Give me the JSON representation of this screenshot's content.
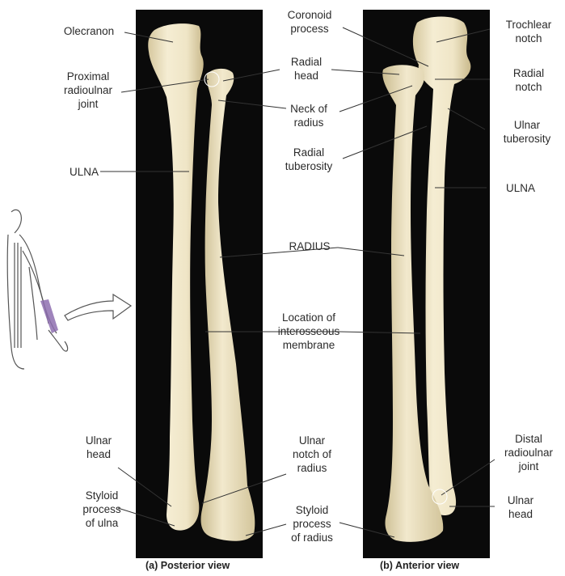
{
  "colors": {
    "background": "#ffffff",
    "photo_background": "#0a0a0a",
    "bone": "#efe6c9",
    "bone_shadow": "#cdbf95",
    "leader_line": "#333333",
    "highlight_bones": "#8e6fb0"
  },
  "posterior": {
    "caption": "(a) Posterior view",
    "labels": {
      "olecranon": "Olecranon",
      "proximal_radioulnar_joint": "Proximal\nradioulnar\njoint",
      "ulna": "ULNA",
      "ulnar_head": "Ulnar\nhead",
      "styloid_ulna": "Styloid\nprocess\nof ulna"
    }
  },
  "center": {
    "coronoid_process": "Coronoid\nprocess",
    "radial_head": "Radial\nhead",
    "neck_of_radius": "Neck of\nradius",
    "radial_tuberosity": "Radial\ntuberosity",
    "radius": "RADIUS",
    "interosseous_membrane": "Location of\ninterosseous\nmembrane",
    "ulnar_notch_of_radius": "Ulnar\nnotch of\nradius",
    "styloid_radius": "Styloid\nprocess\nof radius"
  },
  "anterior": {
    "caption": "(b) Anterior view",
    "labels": {
      "trochlear_notch": "Trochlear\nnotch",
      "radial_notch": "Radial\nnotch",
      "ulnar_tuberosity": "Ulnar\ntuberosity",
      "ulna": "ULNA",
      "distal_radioulnar_joint": "Distal\nradioulnar\njoint",
      "ulnar_head": "Ulnar\nhead"
    }
  }
}
